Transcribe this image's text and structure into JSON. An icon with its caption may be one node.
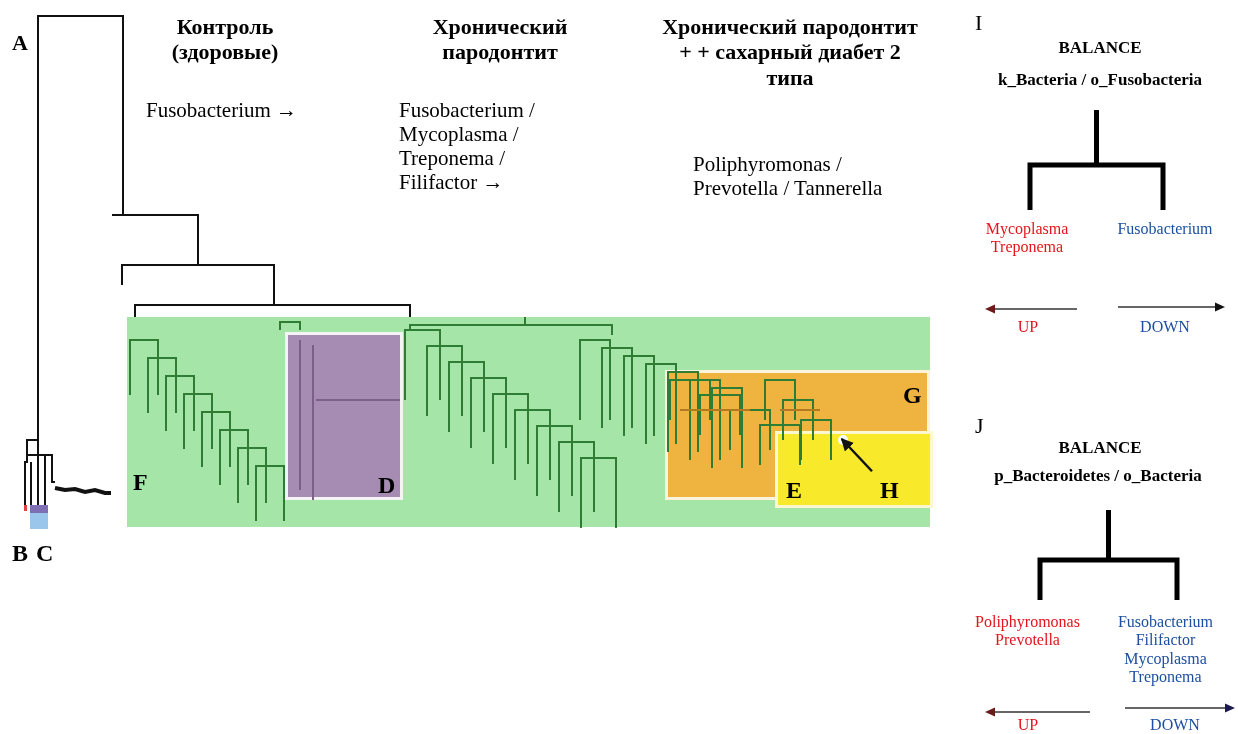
{
  "diagram": {
    "nodes": [
      {
        "text": [
          "F"
        ]
      },
      {
        "text": [
          "D"
        ],
        "in": 0
      },
      {
        "text": [
          "G"
        ],
        "in": 0
      },
      {
        "text": [
          "E"
        ],
        "in": 2
      },
      {
        "text": [
          "H"
        ],
        "in": 3
      },
      {
        "text": [],
        "shape": "circle",
        "in": 3
      }
    ],
    "edges": [
      {
        "from": 4,
        "to": 5,
        "arrow": "to"
      }
    ],
    "labels": [
      "A",
      "Контроль (здоровые)",
      "Хронический пародонтит",
      "Хронический пародонтит + + сахарный диабет 2 типа",
      "Fusobacterium →",
      "Fusobacterium / Mycoplasma / Treponema / Filifactor →",
      "Poliphyromonas / Prevotella / Tannerella",
      "B",
      "C",
      "I",
      "BALANCE",
      "k_Bacteria / o_Fusobacteria",
      "Mycoplasma Treponema",
      "Fusobacterium",
      "UP",
      "DOWN",
      "J",
      "BALANCE",
      "p_Bacteroidetes / o_Bacteria",
      "Poliphyromonas Prevotella",
      "Fusobacterium Filifactor Mycoplasma Treponema",
      "UP",
      "DOWN"
    ]
  }
}
